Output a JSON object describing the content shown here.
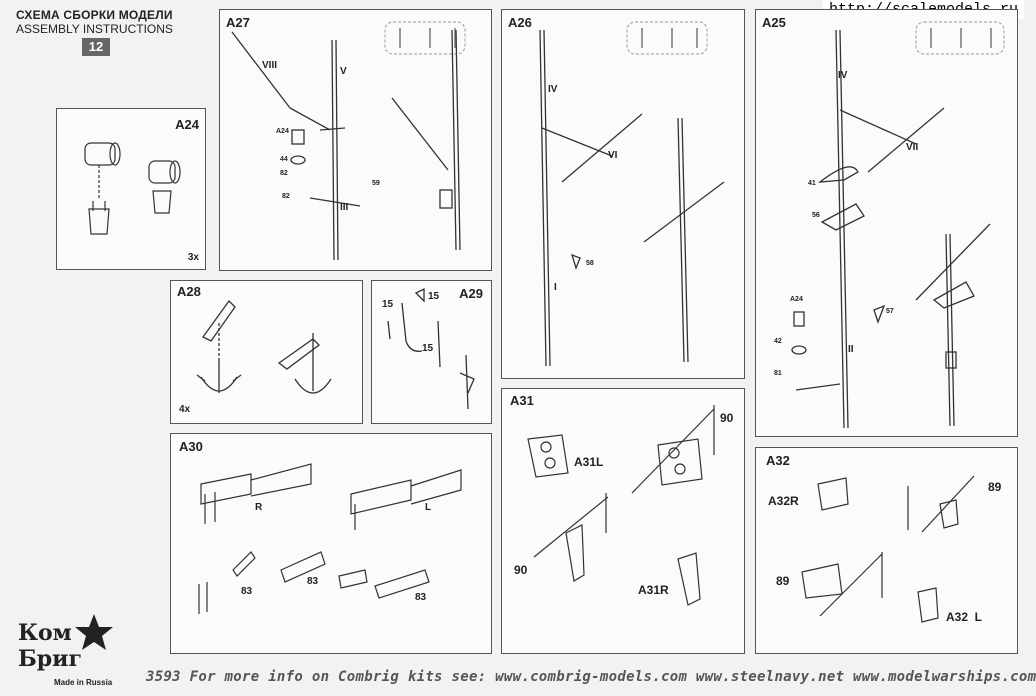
{
  "header": {
    "title_ru": "СХЕМА СБОРКИ МОДЕЛИ",
    "title_en": "ASSEMBLY INSTRUCTIONS",
    "page_number": "12"
  },
  "watermark": "http://scalemodels.ru",
  "panels": {
    "a24": {
      "title": "A24",
      "qty": "3x"
    },
    "a27": {
      "title": "A27",
      "labels": {
        "viii": "VIII",
        "v": "V",
        "iii": "III",
        "p24": "A24",
        "p44": "44",
        "p82a": "82",
        "p82b": "82",
        "p59": "59"
      }
    },
    "a26": {
      "title": "A26",
      "labels": {
        "iv": "IV",
        "vi": "VI",
        "i": "I",
        "p58": "58"
      }
    },
    "a25": {
      "title": "A25",
      "labels": {
        "iv": "IV",
        "vii": "VII",
        "ii": "II",
        "p41": "41",
        "p56": "56",
        "p24": "A24",
        "p42": "42",
        "p81": "81",
        "p57": "57"
      }
    },
    "a28": {
      "title": "A28",
      "qty": "4x"
    },
    "a29": {
      "title": "A29",
      "labels": {
        "p15a": "15",
        "p15b": "15",
        "p15c": "15"
      }
    },
    "a30": {
      "title": "A30",
      "labels": {
        "r": "R",
        "l": "L",
        "p83a": "83",
        "p83b": "83",
        "p83c": "83"
      }
    },
    "a31": {
      "title": "A31",
      "labels": {
        "l": "A31L",
        "r": "A31R",
        "p90a": "90",
        "p90b": "90"
      }
    },
    "a32": {
      "title": "A32",
      "labels": {
        "r": "A32R",
        "l": "A32  L",
        "p89a": "89",
        "p89b": "89"
      }
    }
  },
  "logo": {
    "line1": "Ком",
    "line2": "Бриг",
    "tagline": "Made in Russia"
  },
  "footer": "3593  For more info on Combrig kits see:   www.combrig-models.com   www.steelnavy.net   www.modelwarships.com"
}
